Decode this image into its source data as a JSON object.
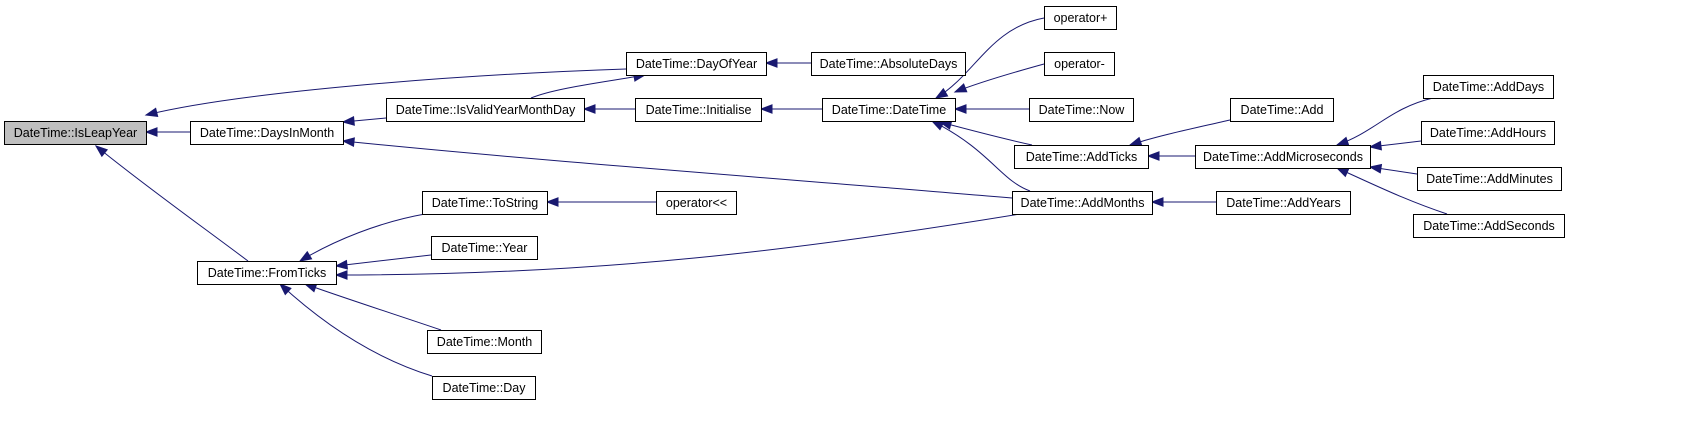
{
  "diagram": {
    "type": "call-graph",
    "colors": {
      "edge": "#191970",
      "node_border": "#000000",
      "node_fill": "#ffffff",
      "highlight_fill": "#bfbfbf"
    },
    "nodes": [
      {
        "id": "isleapyear",
        "label": "DateTime::IsLeapYear",
        "highlight": true
      },
      {
        "id": "daysinmonth",
        "label": "DateTime::DaysInMonth"
      },
      {
        "id": "fromticks",
        "label": "DateTime::FromTicks"
      },
      {
        "id": "dayofyear",
        "label": "DateTime::DayOfYear"
      },
      {
        "id": "absolutedays",
        "label": "DateTime::AbsoluteDays"
      },
      {
        "id": "isvalid",
        "label": "DateTime::IsValidYearMonthDay"
      },
      {
        "id": "initialise",
        "label": "DateTime::Initialise"
      },
      {
        "id": "ctor",
        "label": "DateTime::DateTime"
      },
      {
        "id": "opplus",
        "label": "operator+"
      },
      {
        "id": "opminus",
        "label": "operator-"
      },
      {
        "id": "now",
        "label": "DateTime::Now"
      },
      {
        "id": "addticks",
        "label": "DateTime::AddTicks"
      },
      {
        "id": "add",
        "label": "DateTime::Add"
      },
      {
        "id": "addmicro",
        "label": "DateTime::AddMicroseconds"
      },
      {
        "id": "adddays",
        "label": "DateTime::AddDays"
      },
      {
        "id": "addhours",
        "label": "DateTime::AddHours"
      },
      {
        "id": "addminutes",
        "label": "DateTime::AddMinutes"
      },
      {
        "id": "addseconds",
        "label": "DateTime::AddSeconds"
      },
      {
        "id": "addmonths",
        "label": "DateTime::AddMonths"
      },
      {
        "id": "addyears",
        "label": "DateTime::AddYears"
      },
      {
        "id": "tostring",
        "label": "DateTime::ToString"
      },
      {
        "id": "opstream",
        "label": "operator<<"
      },
      {
        "id": "year",
        "label": "DateTime::Year"
      },
      {
        "id": "month",
        "label": "DateTime::Month"
      },
      {
        "id": "day",
        "label": "DateTime::Day"
      }
    ],
    "edges": [
      {
        "from": "daysinmonth",
        "to": "isleapyear"
      },
      {
        "from": "dayofyear",
        "to": "isleapyear"
      },
      {
        "from": "fromticks",
        "to": "isleapyear"
      },
      {
        "from": "absolutedays",
        "to": "dayofyear"
      },
      {
        "from": "isvalid",
        "to": "dayofyear"
      },
      {
        "from": "isvalid",
        "to": "daysinmonth"
      },
      {
        "from": "addmonths",
        "to": "daysinmonth"
      },
      {
        "from": "initialise",
        "to": "isvalid"
      },
      {
        "from": "ctor",
        "to": "initialise"
      },
      {
        "from": "opplus",
        "to": "ctor"
      },
      {
        "from": "opminus",
        "to": "ctor"
      },
      {
        "from": "now",
        "to": "ctor"
      },
      {
        "from": "addticks",
        "to": "ctor"
      },
      {
        "from": "addmonths",
        "to": "ctor"
      },
      {
        "from": "add",
        "to": "addticks"
      },
      {
        "from": "addmicro",
        "to": "addticks"
      },
      {
        "from": "adddays",
        "to": "addmicro"
      },
      {
        "from": "addhours",
        "to": "addmicro"
      },
      {
        "from": "addminutes",
        "to": "addmicro"
      },
      {
        "from": "addseconds",
        "to": "addmicro"
      },
      {
        "from": "addyears",
        "to": "addmonths"
      },
      {
        "from": "opstream",
        "to": "tostring"
      },
      {
        "from": "tostring",
        "to": "fromticks"
      },
      {
        "from": "year",
        "to": "fromticks"
      },
      {
        "from": "month",
        "to": "fromticks"
      },
      {
        "from": "day",
        "to": "fromticks"
      },
      {
        "from": "addmonths",
        "to": "fromticks"
      }
    ]
  }
}
